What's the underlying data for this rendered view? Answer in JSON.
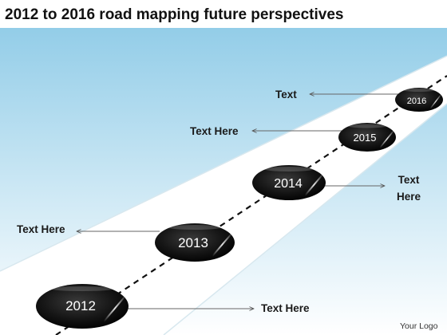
{
  "title": "2012 to 2016 road mapping future perspectives",
  "milestones": [
    {
      "year": "2012",
      "label": "Text Here"
    },
    {
      "year": "2013",
      "label": "Text Here"
    },
    {
      "year": "2014",
      "label_line1": "Text",
      "label_line2": "Here"
    },
    {
      "year": "2015",
      "label": "Text Here"
    },
    {
      "year": "2016",
      "label": "Text"
    }
  ],
  "logo": "Your Logo",
  "colors": {
    "sky_top": "#93cde8",
    "sky_bottom": "#ffffff",
    "road": "#ffffff",
    "disc": "#111111",
    "dash": "#111111"
  }
}
